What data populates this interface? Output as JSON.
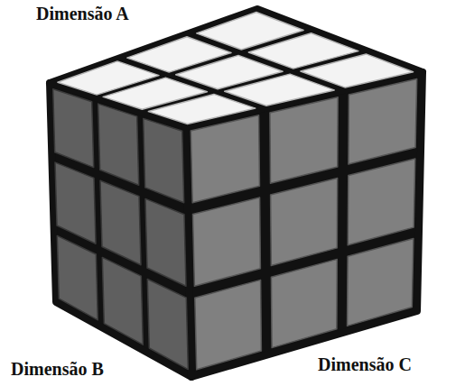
{
  "diagram": {
    "labels": [
      "Dimensão A",
      "Dimensão B",
      "Dimensão C"
    ]
  }
}
